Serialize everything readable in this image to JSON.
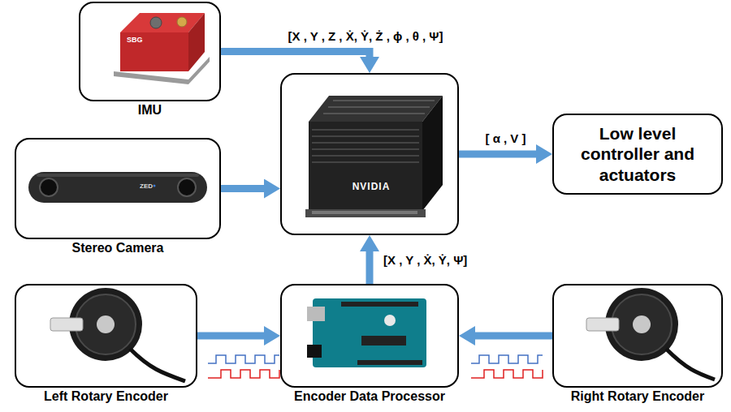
{
  "diagram": {
    "nodes": [
      {
        "text": [
          "IMU"
        ]
      },
      {
        "text": [
          "NVIDIA"
        ]
      },
      {
        "text": [
          "Stereo Camera"
        ]
      },
      {
        "text": [
          "Low level controller and actuators"
        ]
      },
      {
        "text": [
          "Left Rotary Encoder"
        ]
      },
      {
        "text": [
          "Encoder Data Processor"
        ]
      },
      {
        "text": [
          "Right Rotary Encoder"
        ]
      }
    ],
    "edges": [
      {
        "from": 0,
        "to": 1,
        "arrow": "to",
        "label": "[X , Y , Z , Ẋ, Ẏ, Ż , ϕ , θ , Ψ]"
      },
      {
        "from": 2,
        "to": 1,
        "arrow": "to"
      },
      {
        "from": 1,
        "to": 3,
        "arrow": "to",
        "label": "[ α , V ]"
      },
      {
        "from": 4,
        "to": 5,
        "arrow": "to"
      },
      {
        "from": 6,
        "to": 5,
        "arrow": "to"
      },
      {
        "from": 5,
        "to": 1,
        "arrow": "to",
        "label": "[X , Y , Ẋ, Ẏ, Ψ]"
      }
    ],
    "labels": [
      "SBG",
      "ZED"
    ]
  }
}
